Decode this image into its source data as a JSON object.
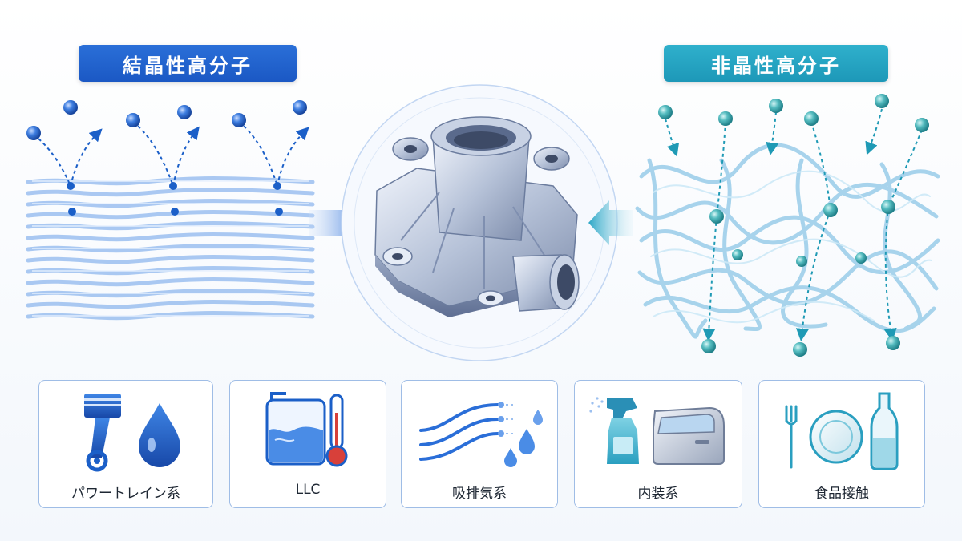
{
  "labels": {
    "crystalline": "結晶性高分子",
    "amorphous": "非晶性高分子"
  },
  "categories": [
    {
      "label": "パワートレイン系",
      "icon": "piston-and-drop-icon"
    },
    {
      "label": "LLC",
      "icon": "coolant-tank-thermometer-icon"
    },
    {
      "label": "吸排気系",
      "icon": "air-flow-pipes-icon"
    },
    {
      "label": "内装系",
      "icon": "spray-bottle-car-door-icon"
    },
    {
      "label": "食品接触",
      "icon": "fork-plate-bottle-icon"
    }
  ],
  "colors": {
    "crystalline_blue": "#1b5fc8",
    "amorphous_teal": "#1fa3c2",
    "card_border": "#9fbde6"
  }
}
